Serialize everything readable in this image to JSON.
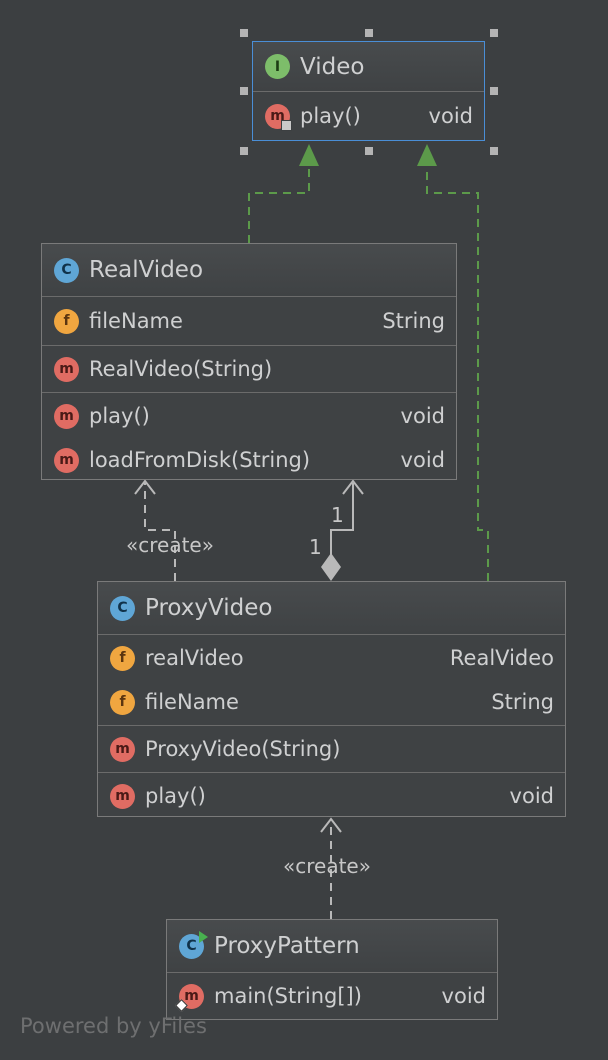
{
  "classes": {
    "video": {
      "kind": "I",
      "title": "Video",
      "methods": [
        {
          "badge": "m",
          "name": "play()",
          "type": "void"
        }
      ]
    },
    "real_video": {
      "kind": "C",
      "title": "RealVideo",
      "fields": [
        {
          "badge": "f",
          "name": "fileName",
          "type": "String"
        }
      ],
      "constructors": [
        {
          "badge": "m",
          "name": "RealVideo(String)"
        }
      ],
      "methods": [
        {
          "badge": "m",
          "name": "play()",
          "type": "void"
        },
        {
          "badge": "m",
          "name": "loadFromDisk(String)",
          "type": "void"
        }
      ]
    },
    "proxy_video": {
      "kind": "C",
      "title": "ProxyVideo",
      "fields": [
        {
          "badge": "f",
          "name": "realVideo",
          "type": "RealVideo"
        },
        {
          "badge": "f",
          "name": "fileName",
          "type": "String"
        }
      ],
      "constructors": [
        {
          "badge": "m",
          "name": "ProxyVideo(String)"
        }
      ],
      "methods": [
        {
          "badge": "m",
          "name": "play()",
          "type": "void"
        }
      ]
    },
    "proxy_pattern": {
      "kind": "C",
      "title": "ProxyPattern",
      "methods": [
        {
          "badge": "m",
          "name": "main(String[])",
          "type": "void"
        }
      ]
    }
  },
  "edges": {
    "create_label_1": "«create»",
    "create_label_2": "«create»",
    "multiplicity_source": "1",
    "multiplicity_target": "1"
  },
  "watermark": "Powered by yFiles",
  "colors": {
    "background": "#3c3f41",
    "selection_border": "#4a8ed6",
    "realization_edge": "#5c9a4a",
    "dependency_edge": "#b9b9b9",
    "method_badge": "#e06c63",
    "field_badge": "#f0a640",
    "class_badge": "#5fa6d6",
    "interface_badge": "#7dbd6a"
  },
  "icons": {
    "interface": "interface-icon",
    "class": "class-icon",
    "method": "method-icon",
    "field": "field-icon",
    "runnable_class": "runnable-class-icon"
  }
}
